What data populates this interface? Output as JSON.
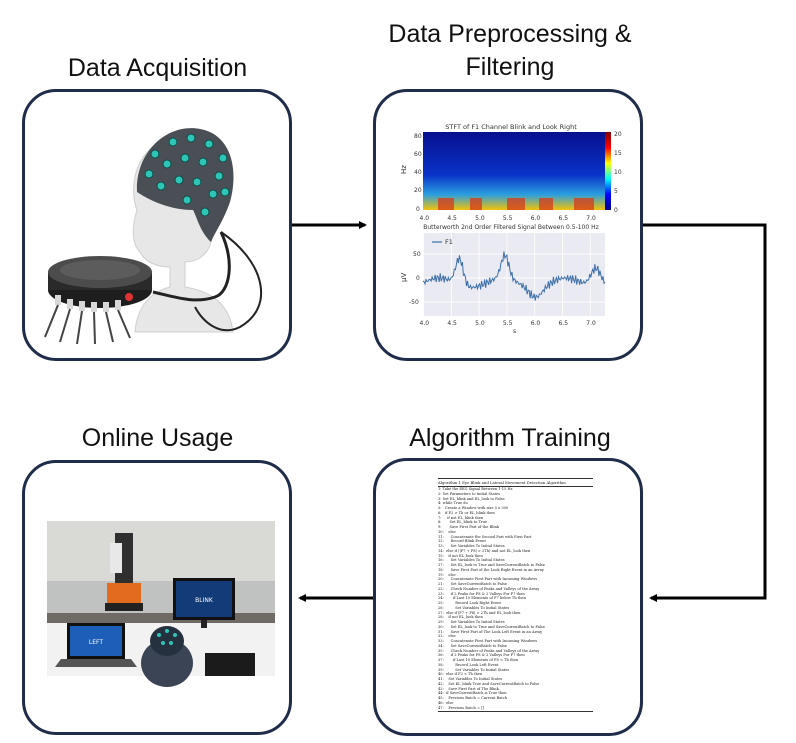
{
  "stages": {
    "acquisition": {
      "title": "Data Acquisition"
    },
    "preprocessing": {
      "title_line1": "Data Preprocessing &",
      "title_line2": "Filtering"
    },
    "training": {
      "title": "Algorithm Training"
    },
    "online": {
      "title": "Online Usage"
    }
  },
  "stft": {
    "title": "STFT of F1 Channel Blink and Look Right",
    "ylabel": "Hz",
    "colorbar_ticks": [
      "20",
      "15",
      "10",
      "5",
      "0"
    ],
    "y_ticks": [
      "80",
      "60",
      "40",
      "20",
      "0"
    ]
  },
  "filtered": {
    "title": "Butterworth 2nd Order Filtered Signal Between 0.5-100 Hz",
    "legend": "F1",
    "ylabel": "μV",
    "xlabel": "s",
    "y_ticks": [
      "50",
      "0",
      "-50"
    ],
    "x_ticks": [
      "4.0",
      "4.5",
      "5.0",
      "5.5",
      "6.0",
      "6.5",
      "7.0"
    ]
  },
  "algorithm": {
    "title": "Algorithm 1 Eye Blink and Lateral Movement Detection Algorithm",
    "lines": [
      "1: Take the EEG Signal Between 1-15 Hz",
      "2: Set Parameters to Initial States",
      "3: Set EL_blink and EL_look to False",
      "4: while True do",
      "5:   Create a Window with size 5 x 300",
      "6:   if F2 > Th or EL_blink then",
      "7:     if not EL_blink then",
      "8:       Set EL_blink to True",
      "9:       Save First Part of the Blink",
      "10:    else",
      "11:      Concatenate the Second Part with First Part",
      "12:      Record Blink Event",
      "13:      Set Variables To Initial States",
      "14:  else if (|F7 + F8| > 2Th) and not EL_look then",
      "15:    if not EL_look then",
      "16:      Set Variables To Initial States",
      "17:      Set EL_look to True and SaveCurrentBatch to False",
      "18:      Save First Part of the Look Right Event in an Array",
      "19:    else",
      "20:      Concatenate First Part with Incoming Windows",
      "21:      Set SaveCurrentBatch to False",
      "22:      Check Number of Peaks and Valleys of the Array",
      "23:      if 2 Peaks for F8 & 2 Valleys For F7 then",
      "24:        if Last 10 Elements of F7 below Th then",
      "25:          Record Look Right Event",
      "26:          Set Variables To Initial States",
      "27:  else if |F7 + F8| > 2Th and EL_look then",
      "28:    if not EL_look then",
      "29:      Set Variables To Initial States",
      "30:      Set EL_look to True and SaveCurrentBatch to False",
      "31:      Save First Part of The Look Left Event in an Array",
      "32:    else",
      "33:      Concatenate First Part with Incoming Windows",
      "34:      Set SaveCurrentBatch to False",
      "35:      Check Number of Peaks and Valleys of the Array",
      "36:      if 2 Peaks for F8 & 2 Valleys For F7 then",
      "37:        if Last 10 Elements of F8 < Th then",
      "38:          Record Look Left Event",
      "39:          Set Variables To Initial States",
      "40:  else if F2 < Th then",
      "41:    Set Variables To Initial States",
      "42:    Set EL_blink True and SaveCurrentBatch to False",
      "43:    Save First Part of The Blink",
      "44:  if SaveCurrentBatch is True then",
      "45:    Previous Batch = Current Batch",
      "46:  else",
      "47:    Previous Batch = []"
    ]
  },
  "lab_screen_text": {
    "monitor_right": "BLINK",
    "laptop": "LEFT"
  }
}
